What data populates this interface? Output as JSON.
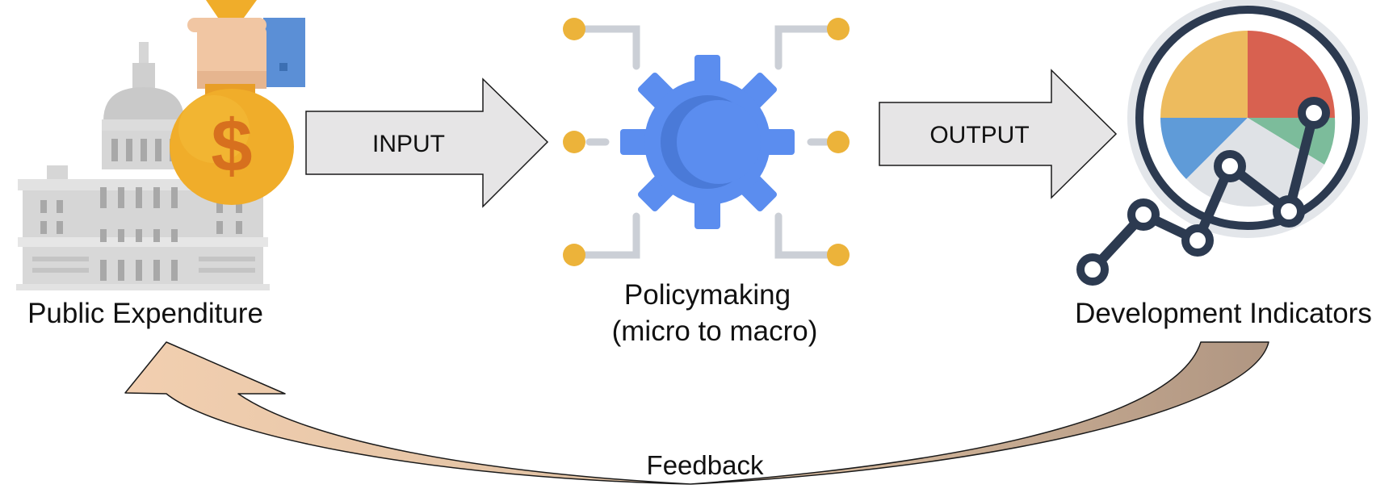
{
  "diagram": {
    "nodes": {
      "public_expenditure": {
        "label": "Public Expenditure",
        "icon": "capitol-money-bag-icon"
      },
      "policymaking": {
        "label_line1": "Policymaking",
        "label_line2": "(micro to macro)",
        "icon": "gear-network-icon"
      },
      "development_indicators": {
        "label": "Development Indicators",
        "icon": "pie-line-chart-icon"
      }
    },
    "edges": {
      "input": {
        "label": "INPUT"
      },
      "output": {
        "label": "OUTPUT"
      },
      "feedback": {
        "label": "Feedback"
      }
    }
  },
  "colors": {
    "arrow_fill": "#e6e5e6",
    "feedback_light": "#f0cdb0",
    "feedback_dark": "#b59c86",
    "gear_blue": "#5b8def",
    "money_gold": "#f0ad2a",
    "chart_navy": "#2c3a50"
  }
}
